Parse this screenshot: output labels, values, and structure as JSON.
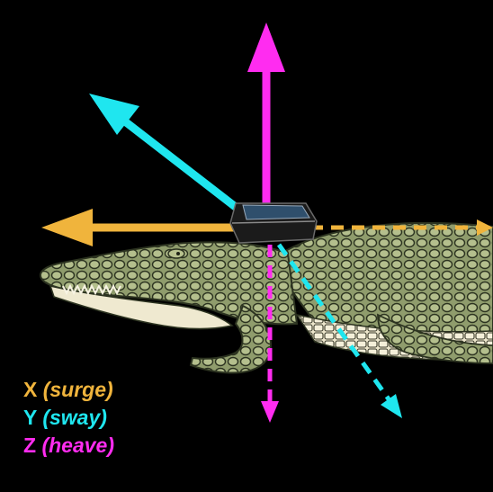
{
  "axes": [
    {
      "letter": "X",
      "name": "(surge)",
      "color": "#f0b43c"
    },
    {
      "letter": "Y",
      "name": "(sway)",
      "color": "#1fe6ef"
    },
    {
      "letter": "Z",
      "name": "(heave)",
      "color": "#ff2cf0"
    }
  ],
  "illustration": {
    "subject": "crocodile",
    "device": "data logger",
    "body_color": "#9aa777",
    "belly_color": "#e9e3c9",
    "device_color": "#1b1b1b",
    "screen_color": "#2f4f6c"
  }
}
